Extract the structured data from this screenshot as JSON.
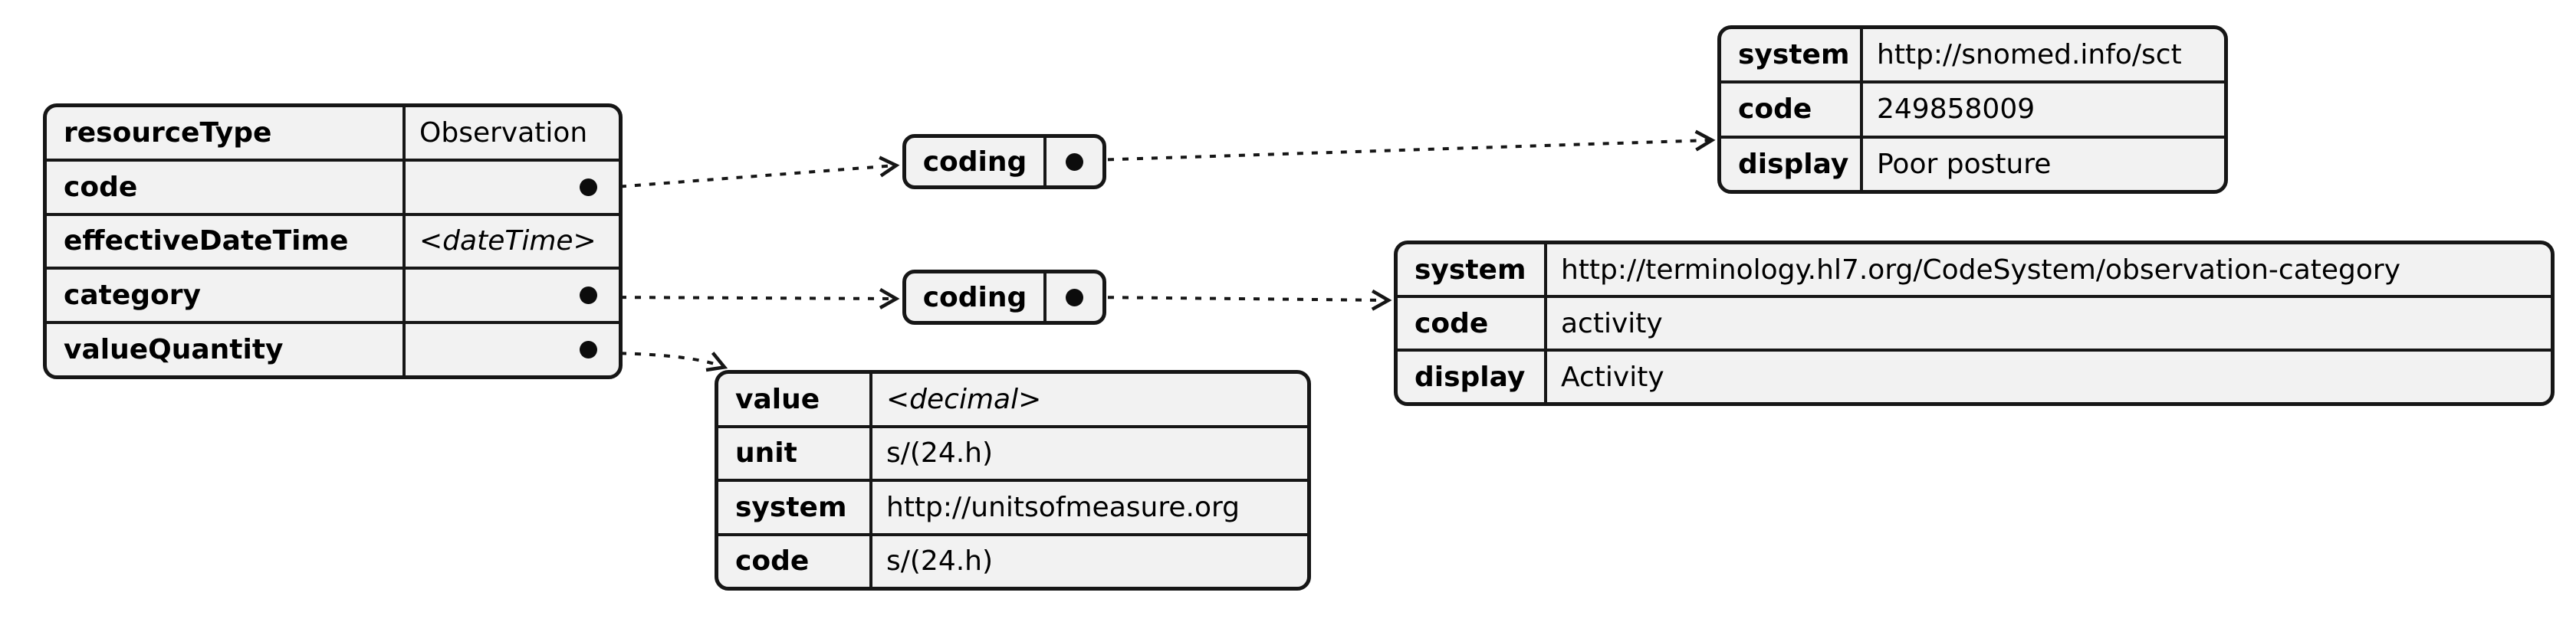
{
  "colors": {
    "cell_fill": "#f2f2f2",
    "line": "#161616",
    "text": "#000000",
    "background": "#ffffff"
  },
  "tables": {
    "observation": {
      "rows": [
        {
          "key": "resourceType",
          "value": "Observation"
        },
        {
          "key": "code",
          "value": "•",
          "anchor": true
        },
        {
          "key": "effectiveDateTime",
          "value": "<dateTime>",
          "italic": true
        },
        {
          "key": "category",
          "value": "•",
          "anchor": true
        },
        {
          "key": "valueQuantity",
          "value": "•",
          "anchor": true
        }
      ]
    },
    "snomed_coding": {
      "rows": [
        {
          "key": "system",
          "value": "http://snomed.info/sct"
        },
        {
          "key": "code",
          "value": "249858009"
        },
        {
          "key": "display",
          "value": "Poor posture"
        }
      ]
    },
    "category_coding": {
      "rows": [
        {
          "key": "system",
          "value": "http://terminology.hl7.org/CodeSystem/observation-category"
        },
        {
          "key": "code",
          "value": "activity"
        },
        {
          "key": "display",
          "value": "Activity"
        }
      ]
    },
    "value_quantity": {
      "rows": [
        {
          "key": "value",
          "value": "<decimal>",
          "italic": true
        },
        {
          "key": "unit",
          "value": "s/(24.h)"
        },
        {
          "key": "system",
          "value": "http://unitsofmeasure.org"
        },
        {
          "key": "code",
          "value": "s/(24.h)"
        }
      ]
    }
  },
  "nodes": {
    "coding_1": {
      "label": "coding",
      "anchor": "•"
    },
    "coding_2": {
      "label": "coding",
      "anchor": "•"
    }
  },
  "links": [
    {
      "from": "observation.code",
      "to": "coding_1"
    },
    {
      "from": "coding_1",
      "to": "snomed_coding"
    },
    {
      "from": "observation.category",
      "to": "coding_2"
    },
    {
      "from": "coding_2",
      "to": "category_coding"
    },
    {
      "from": "observation.valueQuantity",
      "to": "value_quantity"
    }
  ]
}
